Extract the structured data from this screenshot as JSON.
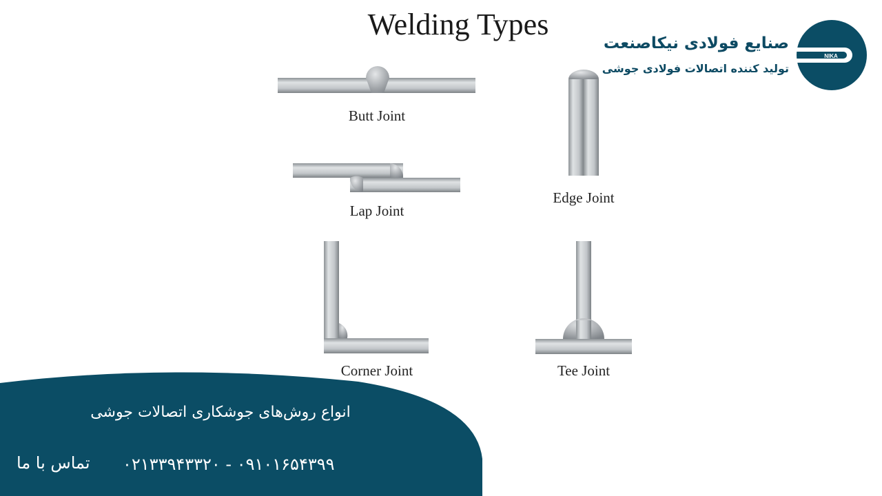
{
  "diagram": {
    "title": "Welding Types",
    "labels": {
      "butt": "Butt Joint",
      "edge": "Edge Joint",
      "lap": "Lap Joint",
      "corner": "Corner Joint",
      "tee": "Tee Joint"
    }
  },
  "brand": {
    "name": "صنایع فولادی نیکاصنعت",
    "tagline": "تولید کننده اتصالات فولادی جوشی",
    "logo_text": "NIKA"
  },
  "footer": {
    "heading": "انواع روش‌های جوشکاری اتصالات جوشی",
    "phones": "۰۲۱۳۳۹۴۳۳۲۰ - ۰۹۱۰۱۶۵۴۳۹۹",
    "contact_label": "تماس با ما"
  },
  "colors": {
    "brand": "#0b4d65",
    "steel": "#b8bcbf"
  }
}
